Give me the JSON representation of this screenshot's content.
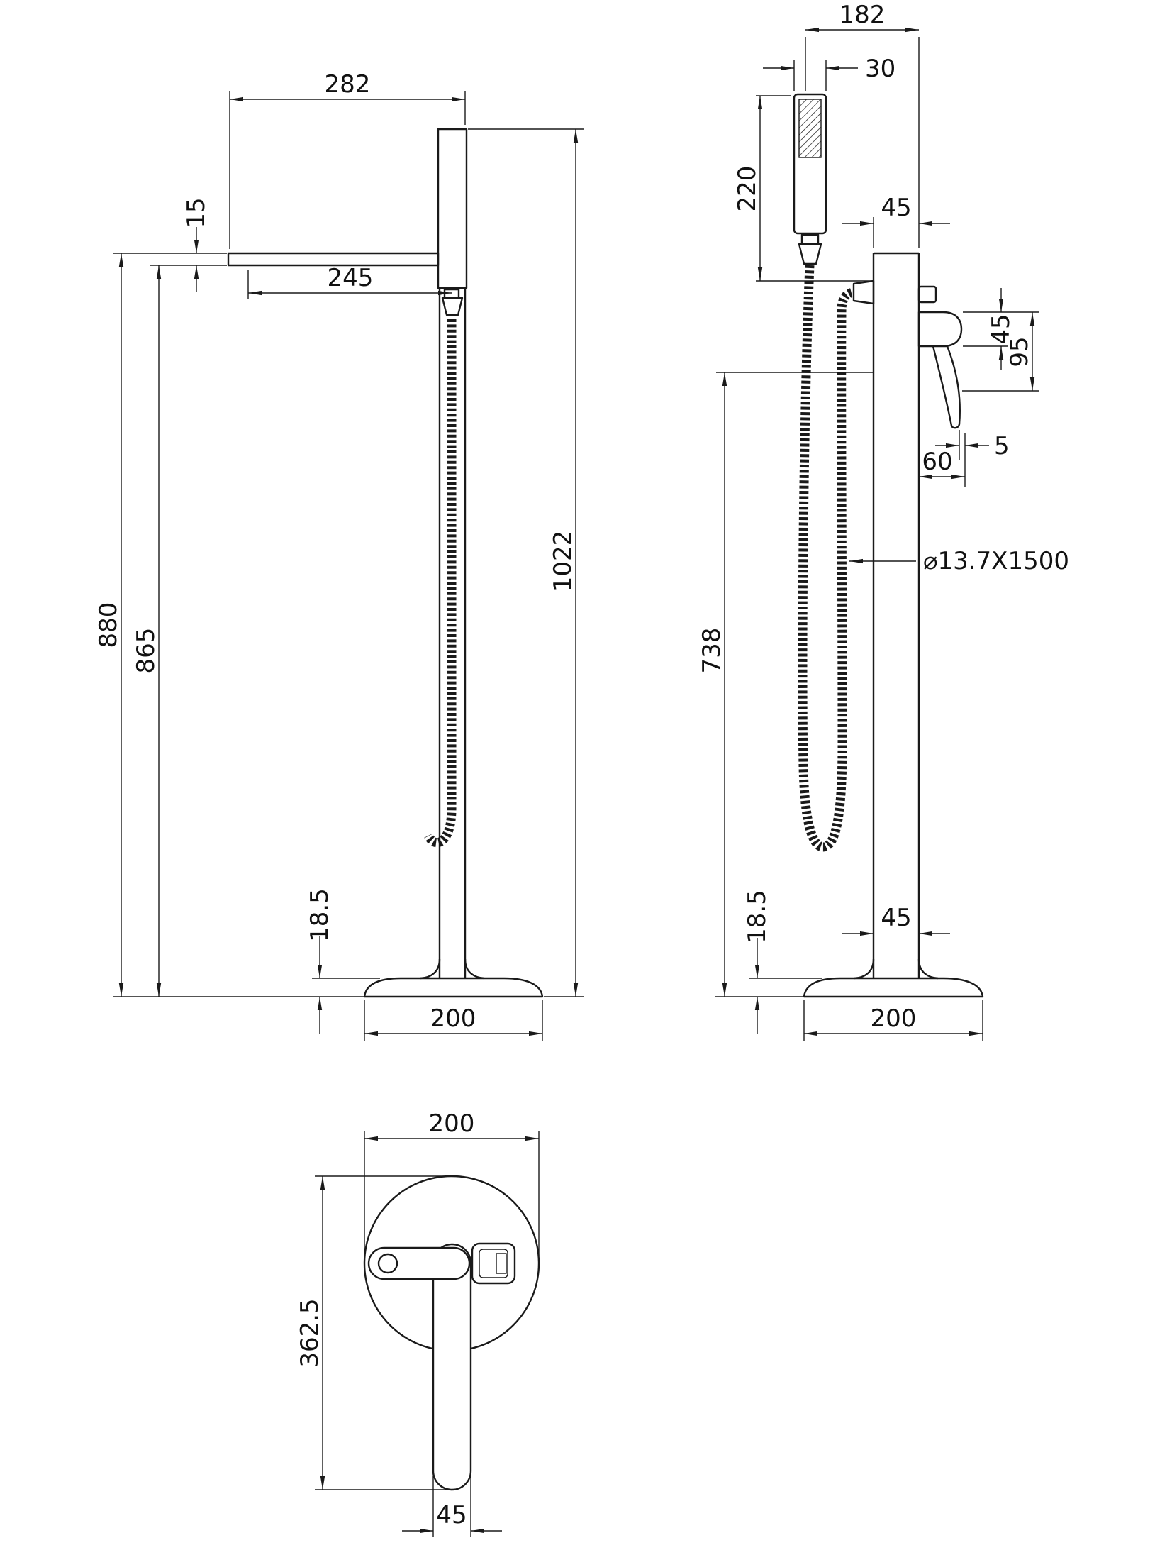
{
  "meta": {
    "drawing_type": "technical-dimension-drawing",
    "subject": "freestanding bath shower mixer tap",
    "background_color": "#ffffff",
    "line_color": "#1a1a1a"
  },
  "front": {
    "spout_reach": "282",
    "spout_thickness": "15",
    "spout_projection": "245",
    "height_spout_top": "880",
    "height_spout_underside": "865",
    "overall_height": "1022",
    "base_thickness": "18.5",
    "base_diameter": "200"
  },
  "side": {
    "overall_depth": "182",
    "handset_width": "30",
    "handset_length": "220",
    "column_width_top": "45",
    "lever_thickness": "45",
    "lever_height": "95",
    "lever_tip_gap": "5",
    "lever_projection": "60",
    "hose_spec": "⌀13.7X1500",
    "lever_floor_height": "738",
    "base_thickness": "18.5",
    "column_width_bottom": "45",
    "base_diameter": "200"
  },
  "top": {
    "base_diameter": "200",
    "lever_reach": "362.5",
    "lever_width": "45"
  }
}
